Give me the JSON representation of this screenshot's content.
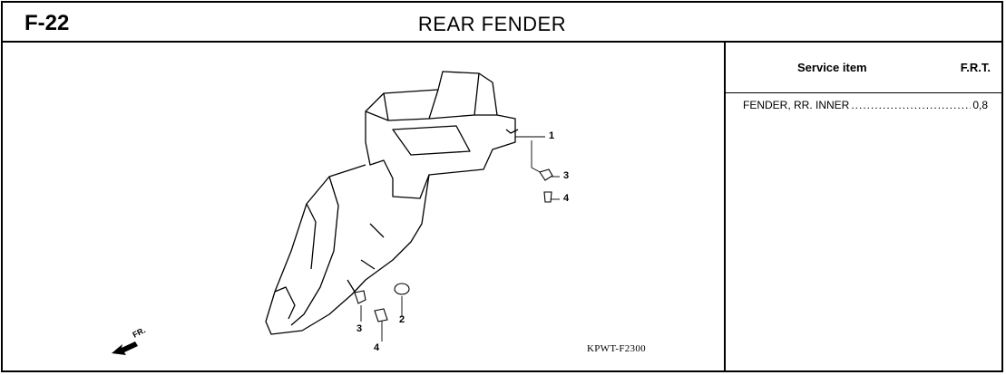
{
  "header": {
    "code": "F-22",
    "title": "REAR FENDER"
  },
  "diagram": {
    "callouts": [
      "1",
      "2",
      "3",
      "3",
      "4",
      "4"
    ],
    "direction_label": "FR.",
    "figure_ref": "KPWT-F2300"
  },
  "service_table": {
    "col_item": "Service item",
    "col_frt": "F.R.T.",
    "rows": [
      {
        "item": "FENDER, RR. INNER",
        "frt": "0,8"
      }
    ]
  }
}
